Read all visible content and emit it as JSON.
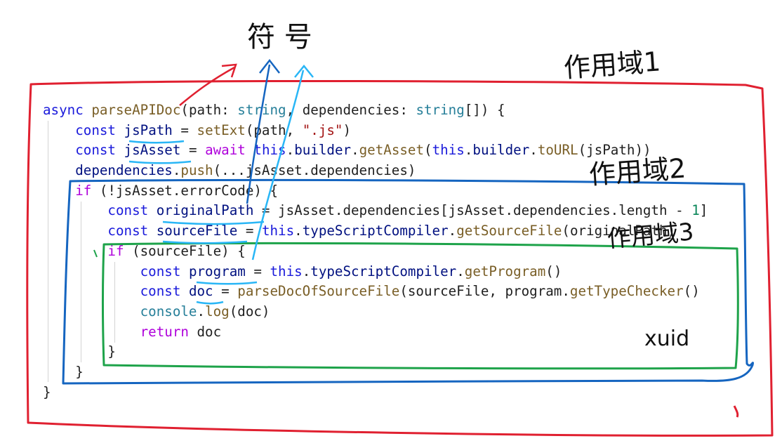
{
  "code_lines": [
    [
      [
        "kw",
        "async"
      ],
      [
        "pl",
        " "
      ],
      [
        "fn",
        "parseAPIDoc"
      ],
      [
        "pl",
        "(path: "
      ],
      [
        "ty",
        "string"
      ],
      [
        "pl",
        ", dependencies: "
      ],
      [
        "ty",
        "string"
      ],
      [
        "pl",
        "[]) {"
      ]
    ],
    [
      [
        "pl",
        "    "
      ],
      [
        "kw",
        "const"
      ],
      [
        "pl",
        " "
      ],
      [
        "id",
        "jsPath"
      ],
      [
        "pl",
        " = "
      ],
      [
        "fn",
        "setExt"
      ],
      [
        "pl",
        "(path, "
      ],
      [
        "str",
        "\".js\""
      ],
      [
        "pl",
        ")"
      ]
    ],
    [
      [
        "pl",
        "    "
      ],
      [
        "kw",
        "const"
      ],
      [
        "pl",
        " "
      ],
      [
        "id",
        "jsAsset"
      ],
      [
        "pl",
        " = "
      ],
      [
        "ctl",
        "await"
      ],
      [
        "pl",
        " "
      ],
      [
        "kw",
        "this"
      ],
      [
        "pl",
        "."
      ],
      [
        "id",
        "builder"
      ],
      [
        "pl",
        "."
      ],
      [
        "fn",
        "getAsset"
      ],
      [
        "pl",
        "("
      ],
      [
        "kw",
        "this"
      ],
      [
        "pl",
        "."
      ],
      [
        "id",
        "builder"
      ],
      [
        "pl",
        "."
      ],
      [
        "fn",
        "toURL"
      ],
      [
        "pl",
        "(jsPath))"
      ]
    ],
    [
      [
        "pl",
        "    "
      ],
      [
        "id",
        "dependencies"
      ],
      [
        "pl",
        "."
      ],
      [
        "fn",
        "push"
      ],
      [
        "pl",
        "(...jsAsset.dependencies)"
      ]
    ],
    [
      [
        "pl",
        "    "
      ],
      [
        "ctl",
        "if"
      ],
      [
        "pl",
        " (!jsAsset.errorCode) {"
      ]
    ],
    [
      [
        "pl",
        "        "
      ],
      [
        "kw",
        "const"
      ],
      [
        "pl",
        " "
      ],
      [
        "id",
        "originalPath"
      ],
      [
        "pl",
        " = jsAsset.dependencies[jsAsset.dependencies.length - "
      ],
      [
        "num",
        "1"
      ],
      [
        "pl",
        "]"
      ]
    ],
    [
      [
        "pl",
        "        "
      ],
      [
        "kw",
        "const"
      ],
      [
        "pl",
        " "
      ],
      [
        "id",
        "sourceFile"
      ],
      [
        "pl",
        " = "
      ],
      [
        "kw",
        "this"
      ],
      [
        "pl",
        "."
      ],
      [
        "id",
        "typeScriptCompiler"
      ],
      [
        "pl",
        "."
      ],
      [
        "fn",
        "getSourceFile"
      ],
      [
        "pl",
        "(originalPath)"
      ]
    ],
    [
      [
        "pl",
        "        "
      ],
      [
        "ctl",
        "if"
      ],
      [
        "pl",
        " (sourceFile) {"
      ]
    ],
    [
      [
        "pl",
        "            "
      ],
      [
        "kw",
        "const"
      ],
      [
        "pl",
        " "
      ],
      [
        "id",
        "program"
      ],
      [
        "pl",
        " = "
      ],
      [
        "kw",
        "this"
      ],
      [
        "pl",
        "."
      ],
      [
        "id",
        "typeScriptCompiler"
      ],
      [
        "pl",
        "."
      ],
      [
        "fn",
        "getProgram"
      ],
      [
        "pl",
        "()"
      ]
    ],
    [
      [
        "pl",
        "            "
      ],
      [
        "kw",
        "const"
      ],
      [
        "pl",
        " "
      ],
      [
        "id",
        "doc"
      ],
      [
        "pl",
        " = "
      ],
      [
        "fn",
        "parseDocOfSourceFile"
      ],
      [
        "pl",
        "(sourceFile, program."
      ],
      [
        "fn",
        "getTypeChecker"
      ],
      [
        "pl",
        "()"
      ]
    ],
    [
      [
        "pl",
        "            "
      ],
      [
        "ty",
        "console"
      ],
      [
        "pl",
        "."
      ],
      [
        "fn",
        "log"
      ],
      [
        "pl",
        "(doc)"
      ]
    ],
    [
      [
        "pl",
        "            "
      ],
      [
        "ctl",
        "return"
      ],
      [
        "pl",
        " doc"
      ]
    ],
    [
      [
        "pl",
        "        }"
      ]
    ],
    [
      [
        "pl",
        "    }"
      ]
    ],
    [
      [
        "pl",
        "}"
      ]
    ]
  ],
  "annotations": {
    "symbol": "符 号",
    "scope1": "作用域1",
    "scope2": "作用域2",
    "scope3": "作用域3",
    "xuid": "xuid"
  },
  "colors": {
    "keyword": "#1a1adb",
    "function": "#795e26",
    "type": "#267f99",
    "string": "#a31515",
    "number": "#098658",
    "control": "#af00db",
    "identifier": "#001080",
    "scope1_box": "#e02030",
    "scope2_box": "#1565c0",
    "scope3_box": "#1ea34a",
    "underline": "#29b6f6",
    "arrow_red": "#e02030",
    "arrow_blue": "#1565c0",
    "arrow_cyan": "#29b6f6"
  }
}
